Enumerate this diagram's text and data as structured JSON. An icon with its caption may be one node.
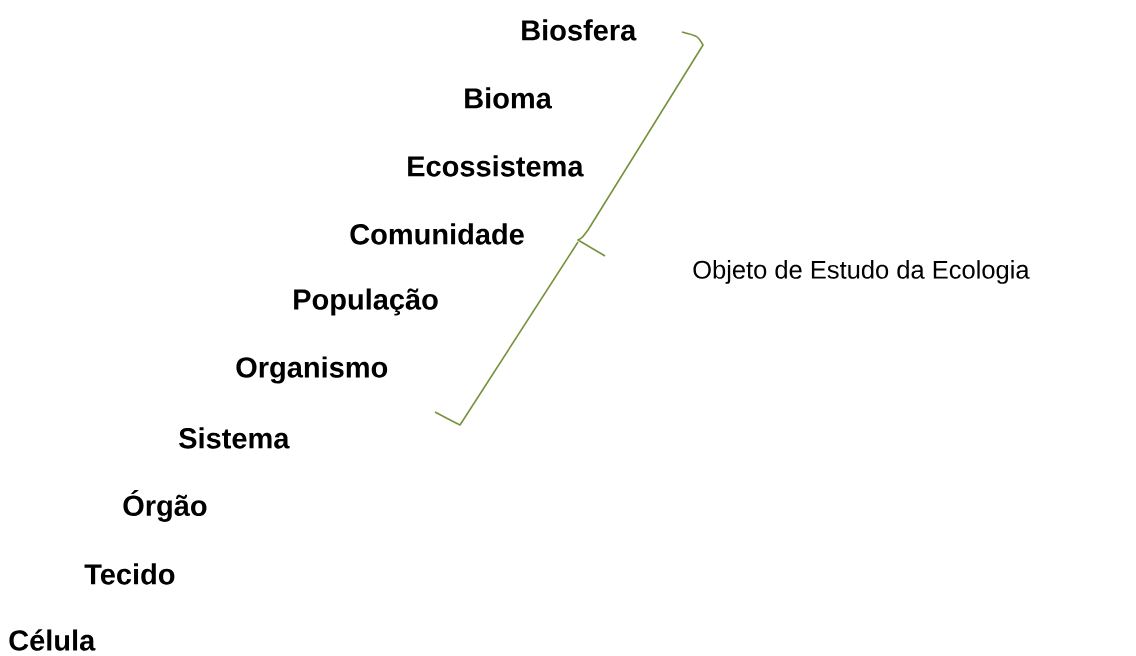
{
  "diagram": {
    "labels": [
      "Biosfera",
      "Bioma",
      "Ecossistema",
      "Comunidade",
      "População",
      "Organismo",
      "Sistema",
      "Órgão",
      "Tecido",
      "Célula",
      "Objeto de Estudo da Ecologia"
    ]
  }
}
